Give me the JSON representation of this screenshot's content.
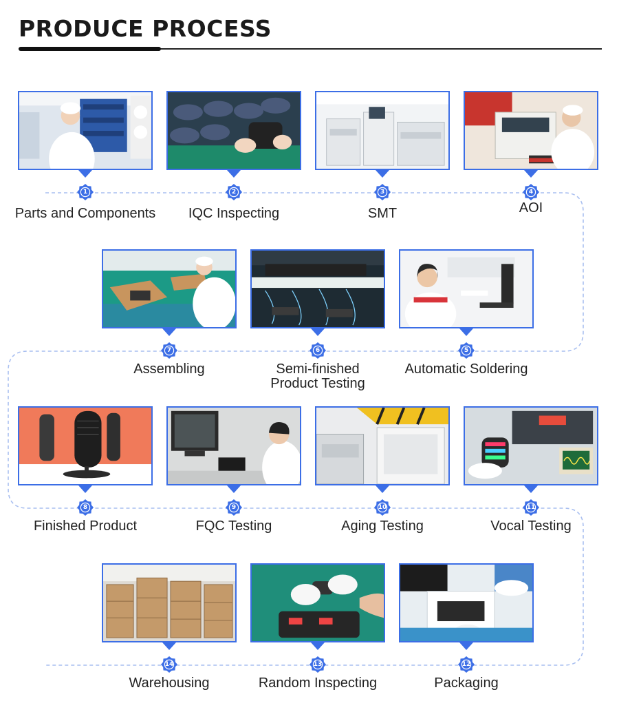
{
  "page": {
    "title": "PRODUCE PROCESS"
  },
  "colors": {
    "accent": "#3c6ee6",
    "route": "#a9bff0",
    "text": "#222222"
  },
  "steps": [
    {
      "number": "1",
      "label": "Parts and Components",
      "scene": "warehouse-shelves"
    },
    {
      "number": "2",
      "label": "IQC Inspecting",
      "scene": "inspecting-parts"
    },
    {
      "number": "3",
      "label": "SMT",
      "scene": "smt-machines"
    },
    {
      "number": "4",
      "label": "AOI",
      "scene": "aoi-machine"
    },
    {
      "number": "5",
      "label": "Automatic Soldering",
      "scene": "computer-station"
    },
    {
      "number": "6",
      "label": "Semi-finished\nProduct Testing",
      "scene": "test-rack"
    },
    {
      "number": "7",
      "label": "Assembling",
      "scene": "assembly-line"
    },
    {
      "number": "8",
      "label": "Finished Product",
      "scene": "microphone"
    },
    {
      "number": "9",
      "label": "FQC Testing",
      "scene": "testing-monitor"
    },
    {
      "number": "10",
      "label": "Aging Testing",
      "scene": "aging-cabinet"
    },
    {
      "number": "11",
      "label": "Vocal Testing",
      "scene": "oscilloscope"
    },
    {
      "number": "12",
      "label": "Packaging",
      "scene": "packaging-box"
    },
    {
      "number": "13",
      "label": "Random Inspecting",
      "scene": "random-check"
    },
    {
      "number": "14",
      "label": "Warehousing",
      "scene": "carton-stacks"
    }
  ]
}
